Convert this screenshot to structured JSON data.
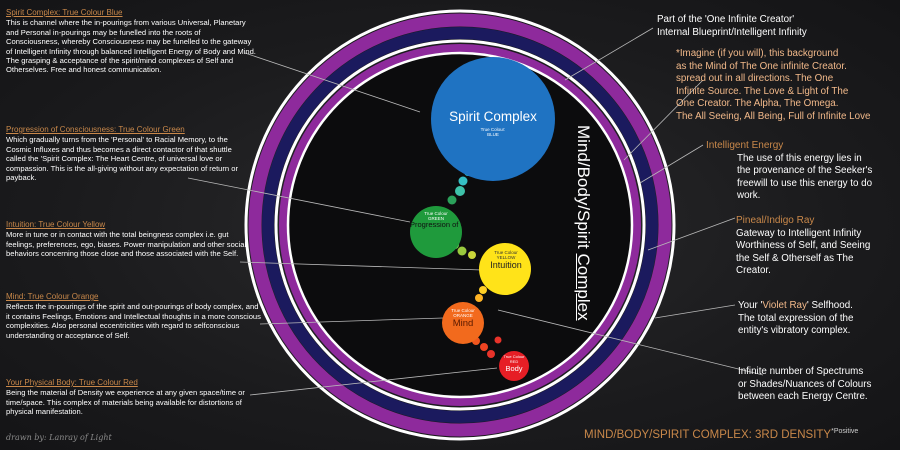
{
  "left_blocks": [
    {
      "heading": "Spirit Complex: True Colour Blue",
      "body": "This is channel where the in-pourings from various Universal, Planetary and Personal in-pourings may be funelled into the roots of Consciousness, whereby Consciousness may be funelled to the gateway of Intelligent Infinity through balanced Intelligent Energy of Body and Mind. The grasping & acceptance of the spirit/mind complexes of Self and Otherselves. Free and honest communication."
    },
    {
      "heading": "Progression of Consciousness: True Colour Green",
      "body": "Which gradually turns from the 'Personal' to Racial Memory, to the Cosmic Influxes and thus becomes a direct contactor of that shuttle called the 'Spirit Complex: The Heart Centre, of universal love or compassion. This is the all-giving without any expectation of return or payback."
    },
    {
      "heading": "Intuition: True Colour Yellow",
      "body": "More in tune or in contact with the total beingness complex i.e. gut feelings, preferences, ego, biases. Power manipulation and other social behaviors concerning those close and those associated with the Self."
    },
    {
      "heading": "Mind: True Colour Orange",
      "body": "Reflects the in-pourings of the spirit and out-pourings of body complex, and it contains Feelings, Emotions and Intellectual thoughts in a more conscious complexities. Also personal eccentricities with regard to selfconscious understanding or acceptance of Self."
    },
    {
      "heading": "Your Physical Body: True Colour Red",
      "body": "Being the material of Density we experience at any given space/time or time/space. This complex of materials being available for distortions of physical manifestation."
    }
  ],
  "right_blocks": {
    "creator_line1": "Part of the 'One Infinite Creator'",
    "creator_line2": "Internal Blueprint/Intelligent Infinity",
    "imagine_lines": [
      "*Imagine (if you will), this background",
      "as the Mind of The One infinite Creator.",
      " spread out in all directions. The One",
      "Infinite Source. The Love & Light of The",
      "One Creator. The Alpha, The Omega.",
      "The All Seeing, All Being, Full of Infinite Love"
    ],
    "energy_heading": "Intelligent Energy",
    "energy_lines": [
      "The use of this energy lies in",
      "the provenance of the Seeker's",
      "freewill to use this energy to do",
      "work."
    ],
    "pineal_heading": "Pineal/Indigo Ray",
    "pineal_lines": [
      "Gateway to Intelligent Infinity",
      "Worthiness of Self, and Seeing",
      "the Self & Otherself as The",
      "Creator."
    ],
    "violet_pre": "Your '",
    "violet_word": "Violet Ray",
    "violet_post": "' Selfhood.",
    "violet_lines": [
      "The total expression of the",
      "entity's vibratory complex."
    ],
    "spectrum_lines": [
      "Infinite number of Spectrums",
      "or Shades/Nuances of Colours",
      "between each Energy Centre."
    ]
  },
  "vertical_title_pre": "Mind/Body/Spirit ",
  "vertical_title_underlined": "Complex",
  "nodes": {
    "spirit": {
      "title": "Spirit Complex",
      "sub1": "True Colour:",
      "sub2": "BLUE",
      "color": "#1f73c2"
    },
    "green": {
      "sub1": "True Colour",
      "sub2": "GREEN",
      "label": "Progression of Conscious...",
      "color": "#1f9a3c"
    },
    "intuition": {
      "sub1": "True Colour",
      "sub2": "YELLOW",
      "label": "Intuition",
      "color": "#ffe319"
    },
    "mind": {
      "sub1": "True Colour",
      "sub2": "ORANGE",
      "label": "Mind",
      "color": "#f26a1d"
    },
    "body": {
      "sub1": "True Colour",
      "sub2": "RED",
      "label": "Body",
      "color": "#e61e25"
    }
  },
  "credit": "drawn by: Lanray of Light",
  "footer_main": "MIND/BODY/SPIRIT COMPLEX: 3RD DENSITY",
  "footer_sup": "*Positive",
  "colors": {
    "accent_text": "#c9884a",
    "ring_purple": "#8e2a9c",
    "ring_navy": "#1b1a5e",
    "ring_white": "#ffffff"
  }
}
